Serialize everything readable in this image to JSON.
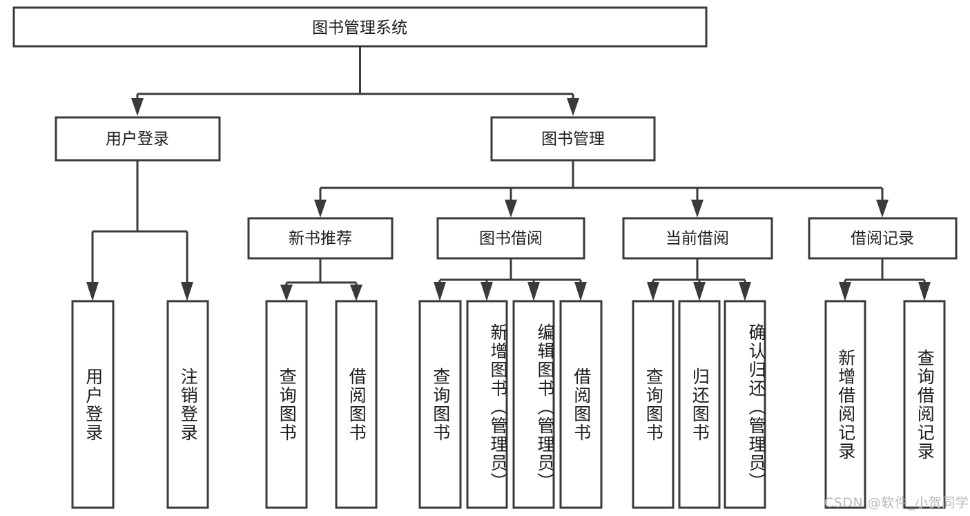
{
  "diagram": {
    "title": "图书管理系统",
    "type": "hierarchy-tree",
    "watermark": "CSDN @软件_小贺同学",
    "style": {
      "box_fill": "#ffffff",
      "box_stroke": "#3a3a3a",
      "text_color": "#1d1d1d",
      "background": "#ffffff",
      "watermark_color": "#b9b9b9"
    },
    "levels": [
      {
        "level": 1,
        "orientation": "horizontal",
        "nodes": [
          {
            "id": "root",
            "label": "图书管理系统"
          }
        ]
      },
      {
        "level": 2,
        "orientation": "horizontal",
        "nodes": [
          {
            "id": "login",
            "label": "用户登录",
            "parent": "root"
          },
          {
            "id": "bookmgmt",
            "label": "图书管理",
            "parent": "root"
          }
        ]
      },
      {
        "level": 3,
        "orientation": "horizontal",
        "nodes": [
          {
            "id": "newbook",
            "label": "新书推荐",
            "parent": "bookmgmt"
          },
          {
            "id": "borrow",
            "label": "图书借阅",
            "parent": "bookmgmt"
          },
          {
            "id": "current",
            "label": "当前借阅",
            "parent": "bookmgmt"
          },
          {
            "id": "record",
            "label": "借阅记录",
            "parent": "bookmgmt"
          }
        ]
      },
      {
        "level": 4,
        "orientation": "vertical",
        "nodes": [
          {
            "id": "leaf1",
            "label": "用户登录",
            "parent": "login"
          },
          {
            "id": "leaf2",
            "label": "注销登录",
            "parent": "login"
          },
          {
            "id": "leaf3",
            "label": "查询图书",
            "parent": "newbook"
          },
          {
            "id": "leaf4",
            "label": "借阅图书",
            "parent": "newbook"
          },
          {
            "id": "leaf5",
            "label": "查询图书",
            "parent": "borrow"
          },
          {
            "id": "leaf6",
            "label": "新增图书（管理员）",
            "parent": "borrow"
          },
          {
            "id": "leaf7",
            "label": "编辑图书（管理员）",
            "parent": "borrow"
          },
          {
            "id": "leaf8",
            "label": "借阅图书",
            "parent": "borrow"
          },
          {
            "id": "leaf9",
            "label": "查询图书",
            "parent": "current"
          },
          {
            "id": "leaf10",
            "label": "归还图书",
            "parent": "current"
          },
          {
            "id": "leaf11",
            "label": "确认归还（管理员）",
            "parent": "current"
          },
          {
            "id": "leaf12",
            "label": "新增借阅记录",
            "parent": "record"
          },
          {
            "id": "leaf13",
            "label": "查询借阅记录",
            "parent": "record"
          }
        ]
      }
    ]
  },
  "labels": {
    "root": "图书管理系统",
    "login": "用户登录",
    "bookmgmt": "图书管理",
    "newbook": "新书推荐",
    "borrow": "图书借阅",
    "current": "当前借阅",
    "record": "借阅记录",
    "leaf1": "用户登录",
    "leaf2": "注销登录",
    "leaf3": "查询图书",
    "leaf4": "借阅图书",
    "leaf5": "查询图书",
    "leaf6": "新增图书（管理员）",
    "leaf7": "编辑图书（管理员）",
    "leaf8": "借阅图书",
    "leaf9": "查询图书",
    "leaf10": "归还图书",
    "leaf11": "确认归还（管理员）",
    "leaf12": "新增借阅记录",
    "leaf13": "查询借阅记录"
  },
  "watermark": {
    "text": "CSDN @软件_小贺同学"
  }
}
